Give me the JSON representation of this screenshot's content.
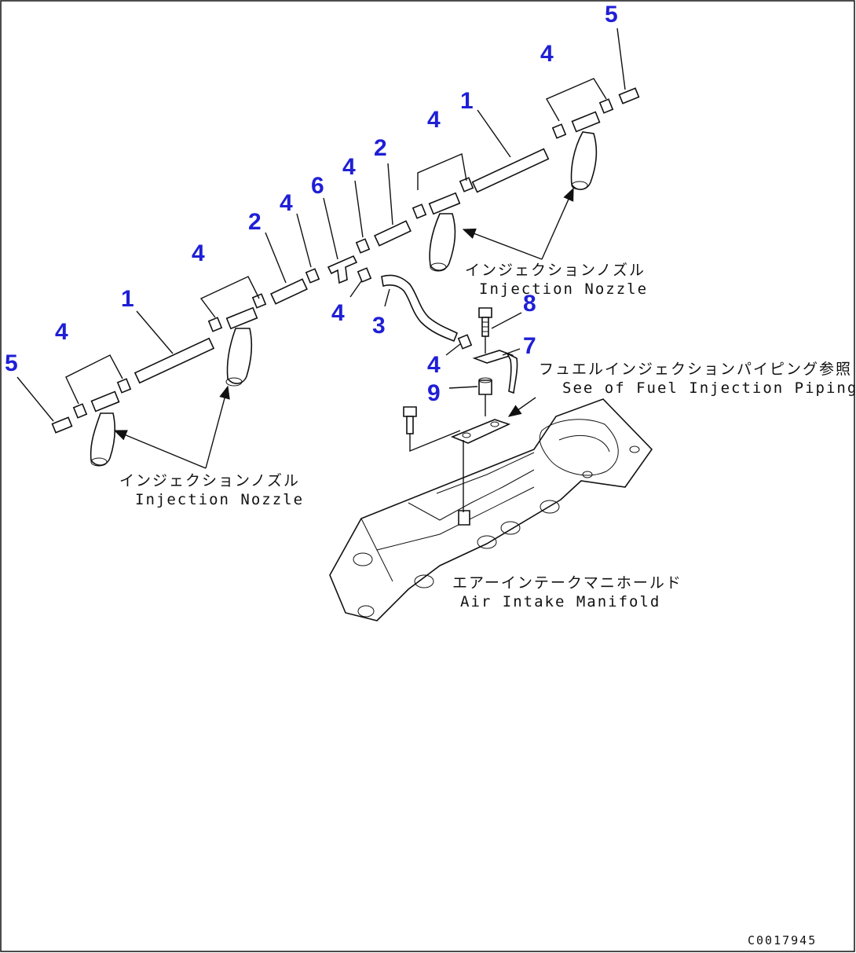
{
  "callouts": {
    "c5_right": "5",
    "c4_upper_right": "4",
    "c1_upper": "1",
    "c4_upper_mid": "4",
    "c2_upper": "2",
    "c4_upper_left": "4",
    "c6": "6",
    "c4_mid": "4",
    "c2_mid": "2",
    "c4_left_group": "4",
    "c1_left": "1",
    "c4_far_left": "4",
    "c5_left": "5",
    "c4_hose_top": "4",
    "c3": "3",
    "c4_hose_end": "4",
    "c8": "8",
    "c7": "7",
    "c9": "9"
  },
  "notes": {
    "nozzle_right_jp": "インジェクションノズル",
    "nozzle_right_en": "Injection Nozzle",
    "nozzle_left_jp": "インジェクションノズル",
    "nozzle_left_en": "Injection Nozzle",
    "fuel_piping_jp": "フュエルインジェクションパイピング参照",
    "fuel_piping_en": "See of Fuel Injection Piping",
    "manifold_jp": "エアーインテークマニホールド",
    "manifold_en": "Air Intake Manifold"
  },
  "drawing_code": "C0017945"
}
